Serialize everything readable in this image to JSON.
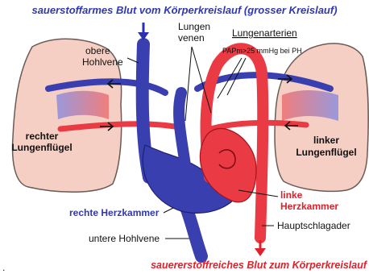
{
  "diagram": {
    "title_top": "sauerstoffarmes Blut vom Körperkreislauf (grosser Kreislauf)",
    "title_bottom": "sauererstoffreiches Blut zum Körperkreislauf",
    "labels": {
      "obere_hohlvene_1": "obere",
      "obere_hohlvene_2": "Hohlvene",
      "lungenvenen_1": "Lungen",
      "lungenvenen_2": "venen",
      "lungenarterien": "Lungenarterien",
      "papm": "PAPm>25 mmHg bei PH",
      "rechter_1": "rechter",
      "rechter_2": "Lungenflügel",
      "linker_1": "linker",
      "linker_2": "Lungenflügel",
      "linke_herz_1": "linke",
      "linke_herz_2": "Herzkammer",
      "rechte_herzkammer": "rechte Herzkammer",
      "hauptschlagader": "Hauptschlagader",
      "untere_hohlvene": "untere Hohlvene",
      "dot": "."
    },
    "colors": {
      "blue_vessel": "#3a3fb0",
      "red_vessel": "#ea3a44",
      "lung_fill": "#f6cfc4",
      "lung_stroke": "#6b5a56",
      "blue_text": "#3038b0",
      "red_text": "#e0202a"
    }
  }
}
